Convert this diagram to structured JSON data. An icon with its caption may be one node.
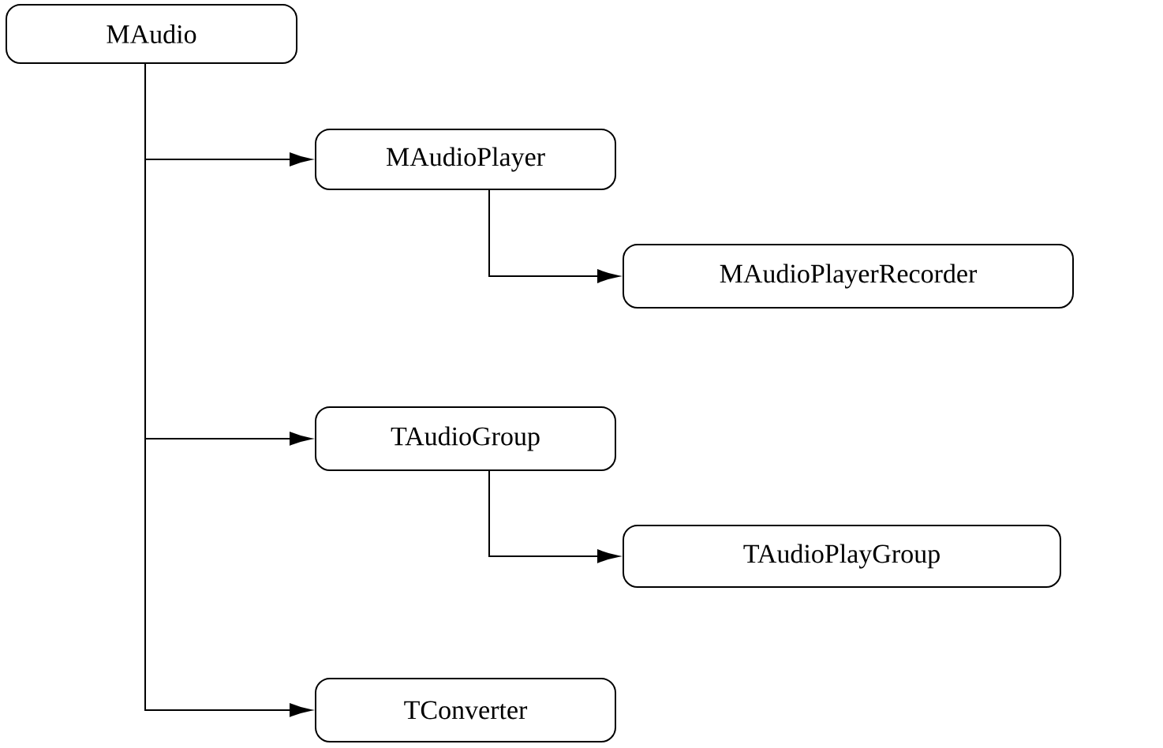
{
  "diagram": {
    "nodes": [
      {
        "text": [
          "MAudio"
        ]
      },
      {
        "text": [
          "MAudioPlayer"
        ]
      },
      {
        "text": [
          "MAudioPlayerRecorder"
        ]
      },
      {
        "text": [
          "TAudioGroup"
        ]
      },
      {
        "text": [
          "TAudioPlayGroup"
        ]
      },
      {
        "text": [
          "TConverter"
        ]
      }
    ],
    "edges": [
      {
        "from": 0,
        "to": 1,
        "arrow": "to"
      },
      {
        "from": 1,
        "to": 2,
        "arrow": "to"
      },
      {
        "from": 0,
        "to": 3,
        "arrow": "to"
      },
      {
        "from": 3,
        "to": 4,
        "arrow": "to"
      },
      {
        "from": 0,
        "to": 5,
        "arrow": "to"
      }
    ]
  }
}
